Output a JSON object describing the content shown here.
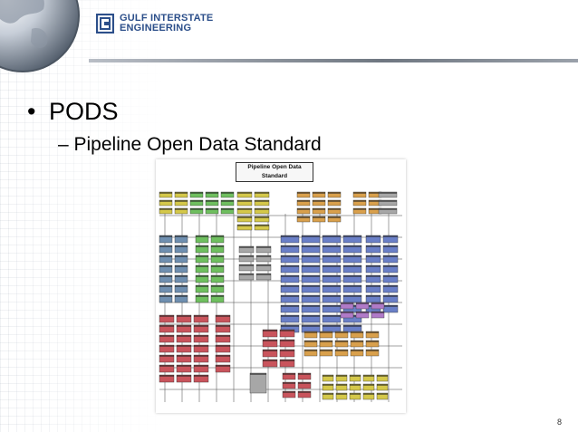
{
  "logo": {
    "line1": "GULF INTERSTATE",
    "line2": "ENGINEERING"
  },
  "bullet": {
    "marker": "•",
    "text": "PODS"
  },
  "sub_bullet": {
    "text": "– Pipeline Open Data Standard"
  },
  "diagram": {
    "title": "Pipeline Open Data Standard",
    "subtitle": ""
  },
  "page_number": "8",
  "colors": {
    "logo_blue": "#2c4f8a",
    "yellow_group": "#d4c84a",
    "green_group": "#6fbf5f",
    "blue_group": "#6a7fc7",
    "red_group": "#c9545c",
    "orange_group": "#d9a04c",
    "purple_group": "#b07ac8",
    "steel_group": "#6f8fb0",
    "gray_group": "#a7a7a7"
  }
}
